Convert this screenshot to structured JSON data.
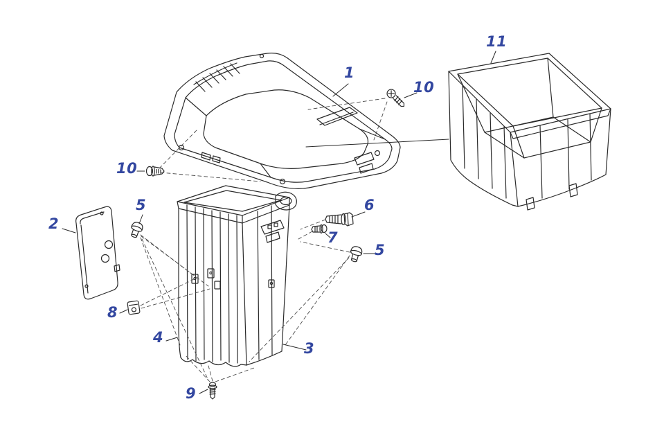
{
  "diagram": {
    "type": "exploded-parts-diagram",
    "colors": {
      "background": "#ffffff",
      "line": "#2a2a2a",
      "label": "#3347a0"
    },
    "callouts": {
      "c1": "1",
      "c10r": "10",
      "c11": "11",
      "c10l": "10",
      "c2": "2",
      "c5l": "5",
      "c6": "6",
      "c7": "7",
      "c5r": "5",
      "c8": "8",
      "c4": "4",
      "c3": "3",
      "c9": "9"
    }
  }
}
